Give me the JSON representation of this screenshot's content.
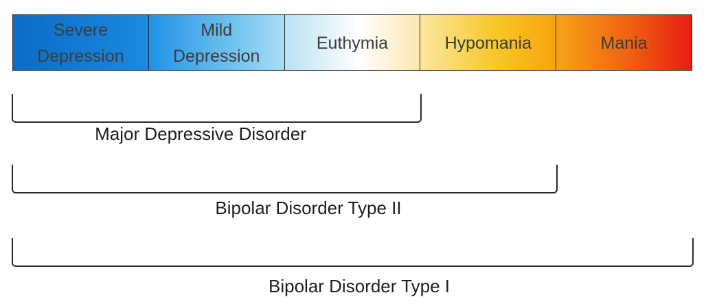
{
  "spectrum": {
    "bands": [
      {
        "label": "Severe\nDepression"
      },
      {
        "label": "Mild\nDepression"
      },
      {
        "label": "Euthymia"
      },
      {
        "label": "Hypomania"
      },
      {
        "label": "Mania"
      }
    ]
  },
  "disorders": [
    {
      "label": "Major Depressive Disorder",
      "spans": [
        "Severe Depression",
        "Mild Depression",
        "Euthymia"
      ]
    },
    {
      "label": "Bipolar Disorder Type II",
      "spans": [
        "Severe Depression",
        "Mild Depression",
        "Euthymia",
        "Hypomania"
      ]
    },
    {
      "label": "Bipolar Disorder Type I",
      "spans": [
        "Severe Depression",
        "Mild Depression",
        "Euthymia",
        "Hypomania",
        "Mania"
      ]
    }
  ]
}
